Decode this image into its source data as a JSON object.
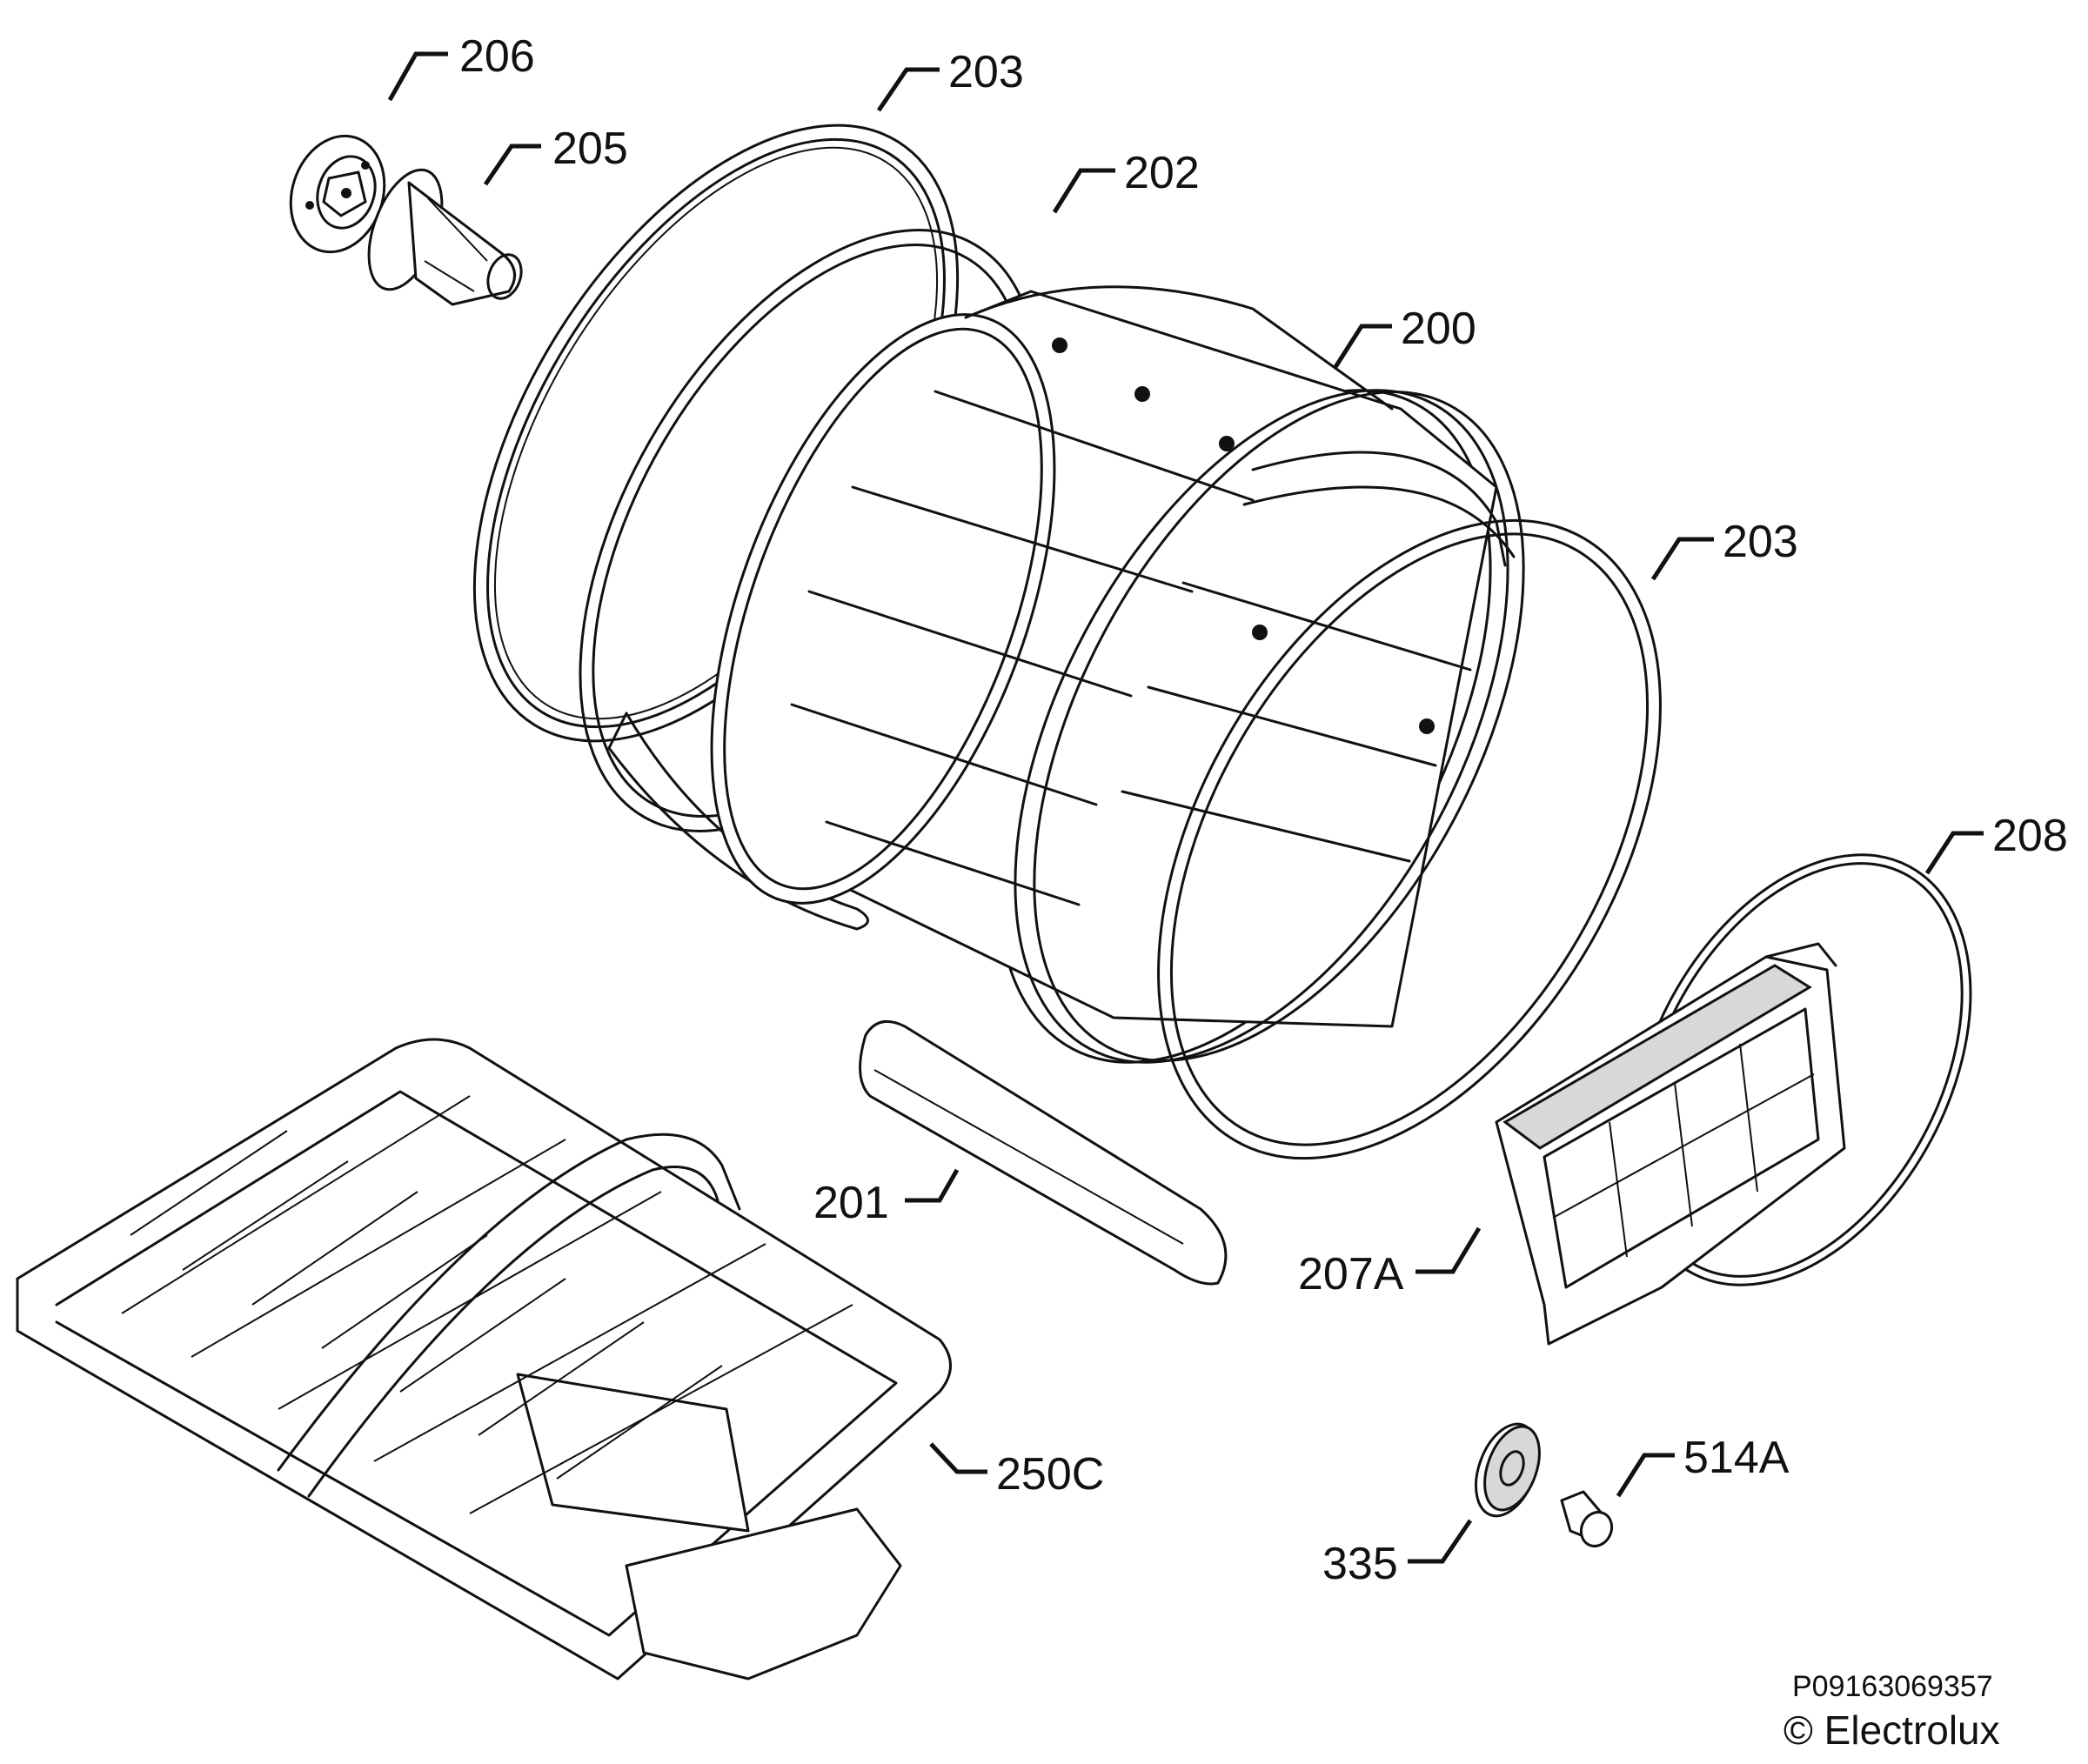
{
  "callouts": {
    "c206": "206",
    "c205": "205",
    "c203_top": "203",
    "c202": "202",
    "c200": "200",
    "c203_right": "203",
    "c208": "208",
    "c201": "201",
    "c207a": "207A",
    "c250c": "250C",
    "c335": "335",
    "c514a": "514A"
  },
  "footer": {
    "ref_number": "P09163069357",
    "copyright": "© Electrolux"
  }
}
